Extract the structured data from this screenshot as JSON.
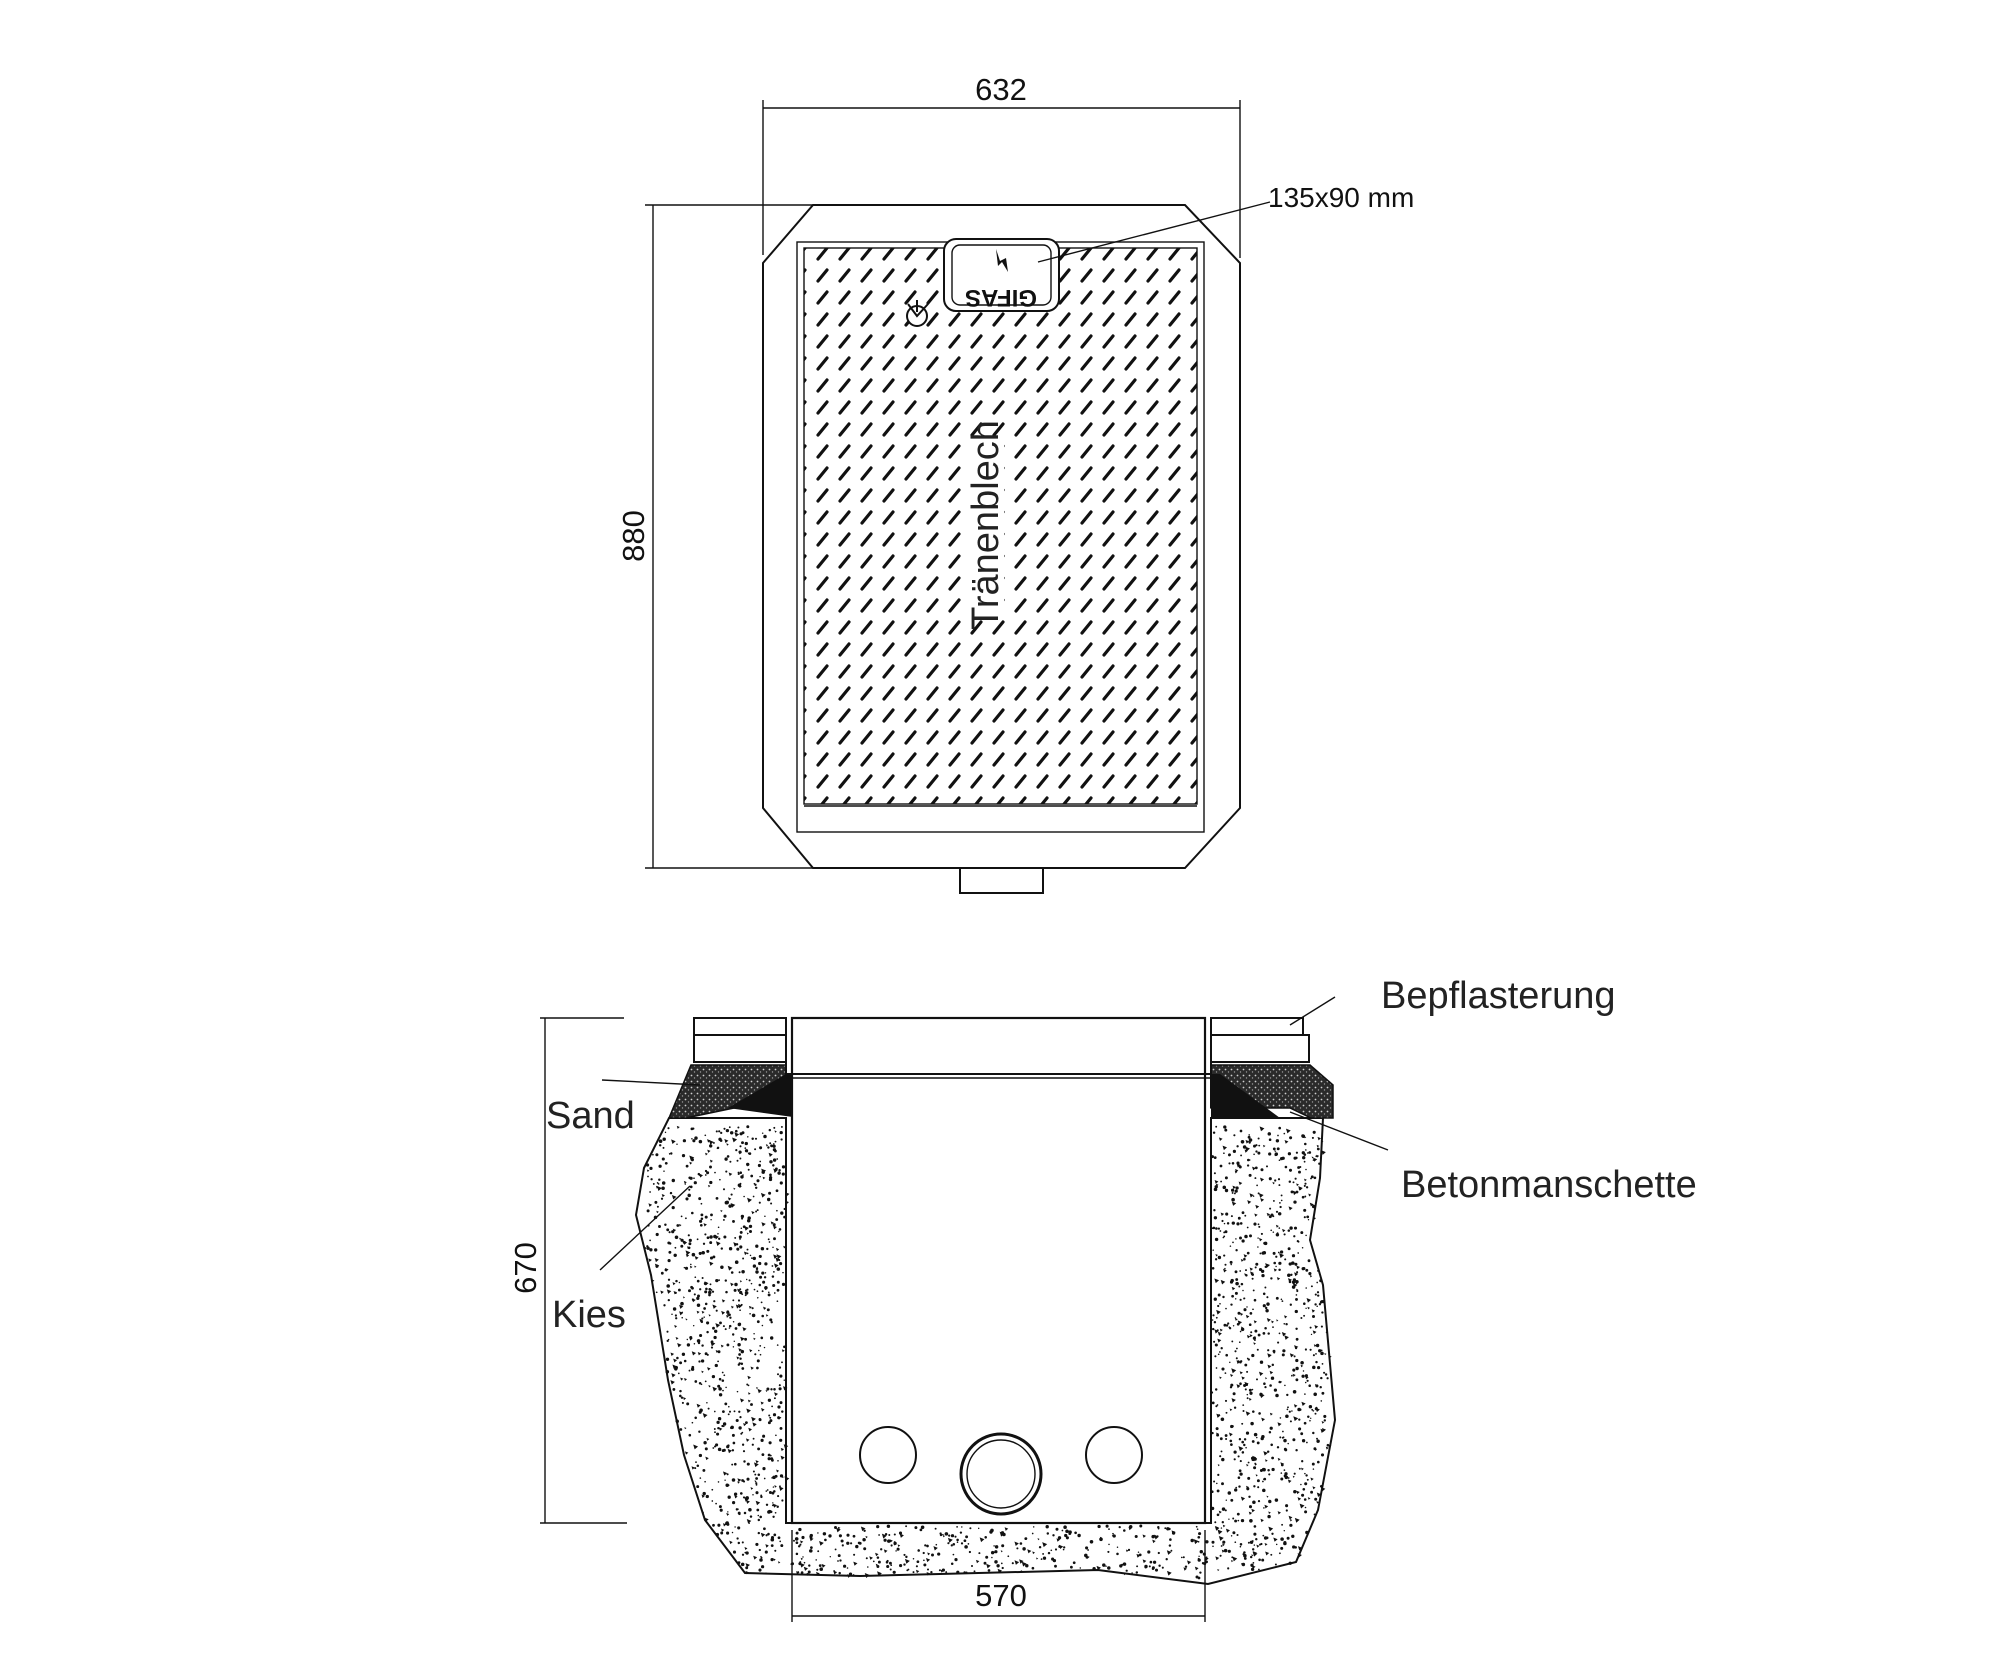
{
  "top_view": {
    "width_dim": "632",
    "height_dim": "880",
    "plate_label": "Tränenblech",
    "opening_label": "135x90 mm",
    "brand": "GIFAS"
  },
  "section_view": {
    "height_dim": "670",
    "bottom_dim": "570",
    "labels": {
      "paving": "Bepflasterung",
      "sand": "Sand",
      "collar": "Betonmanschette",
      "gravel": "Kies"
    }
  },
  "colors": {
    "line": "#111111",
    "background": "#ffffff"
  }
}
